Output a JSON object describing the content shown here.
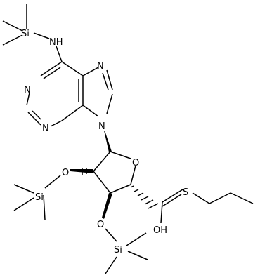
{
  "labels": {
    "si_top": "Si",
    "nh": "NH",
    "n_pur_top": "N",
    "n_pur_left": "N",
    "n_pur_bottom": "N",
    "n9": "N",
    "ring_o": "O",
    "o2": "O",
    "o3": "O",
    "si_mid": "Si",
    "si_bottom": "Si",
    "sulfur": "S",
    "hydroxyl": "OH"
  }
}
